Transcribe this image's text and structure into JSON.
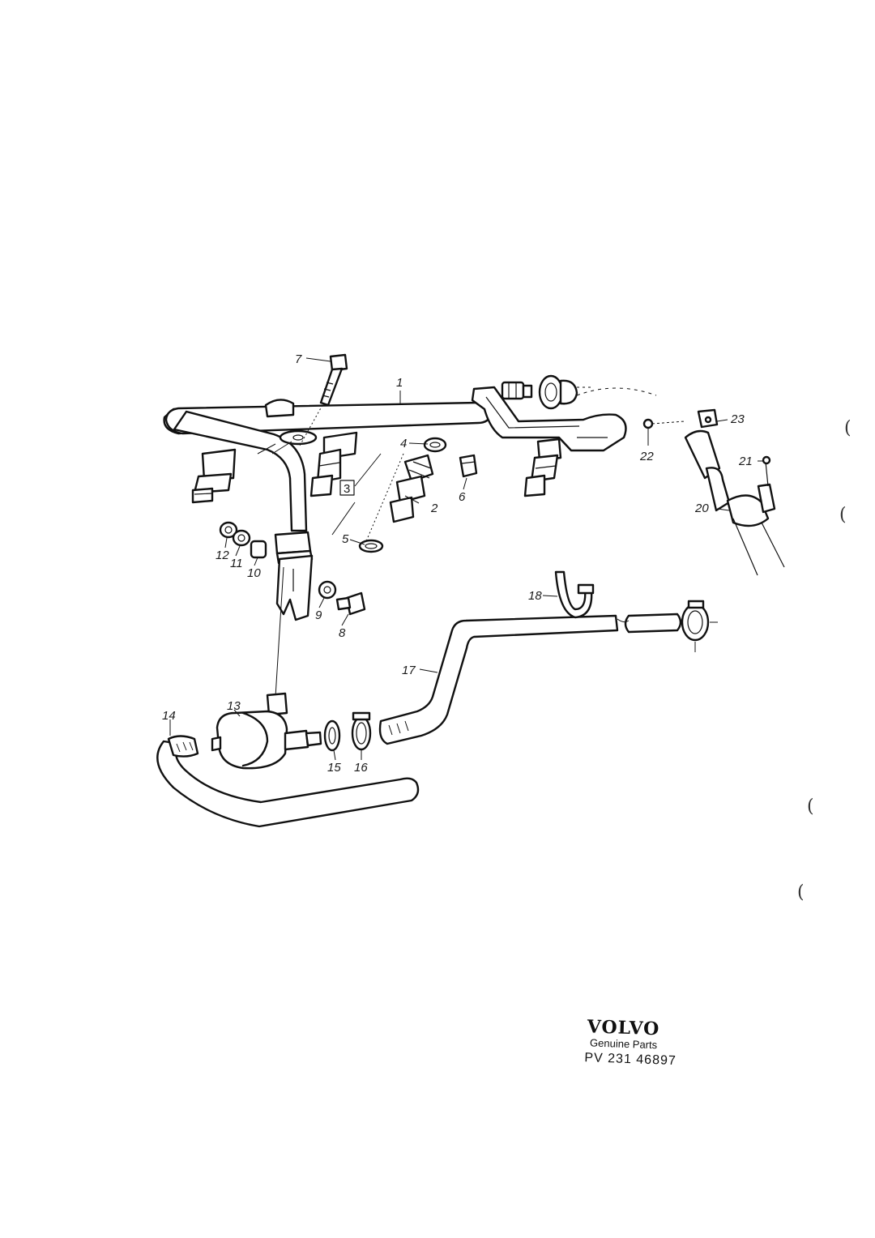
{
  "diagram": {
    "part_labels": {
      "p1": "1",
      "p2": "2",
      "p3": "3",
      "p4": "4",
      "p5": "5",
      "p6": "6",
      "p7": "7",
      "p8": "8",
      "p9": "9",
      "p10": "10",
      "p11": "11",
      "p12": "12",
      "p13": "13",
      "p14": "14",
      "p15": "15",
      "p16": "16",
      "p17": "17",
      "p18": "18",
      "p20": "20",
      "p21": "21",
      "p22": "22",
      "p23": "23"
    }
  },
  "branding": {
    "logo": "VOLVO",
    "tagline": "Genuine Parts",
    "part_number": "PV 231 46897"
  },
  "margin_marks": [
    "(",
    "(",
    "(",
    "("
  ]
}
